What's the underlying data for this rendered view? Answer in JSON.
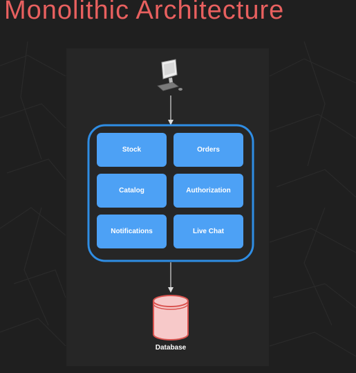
{
  "title": "Monolithic Architecture",
  "modules": [
    "Stock",
    "Orders",
    "Catalog",
    "Authorization",
    "Notifications",
    "Live Chat"
  ],
  "database_label": "Database",
  "colors": {
    "title": "#e8605f",
    "module_fill": "#4da1f5",
    "container_stroke": "#2f8de4",
    "database_fill": "#f7c9c9",
    "database_stroke": "#d9534f"
  },
  "icons": [
    "computer-client-icon",
    "database-icon"
  ]
}
